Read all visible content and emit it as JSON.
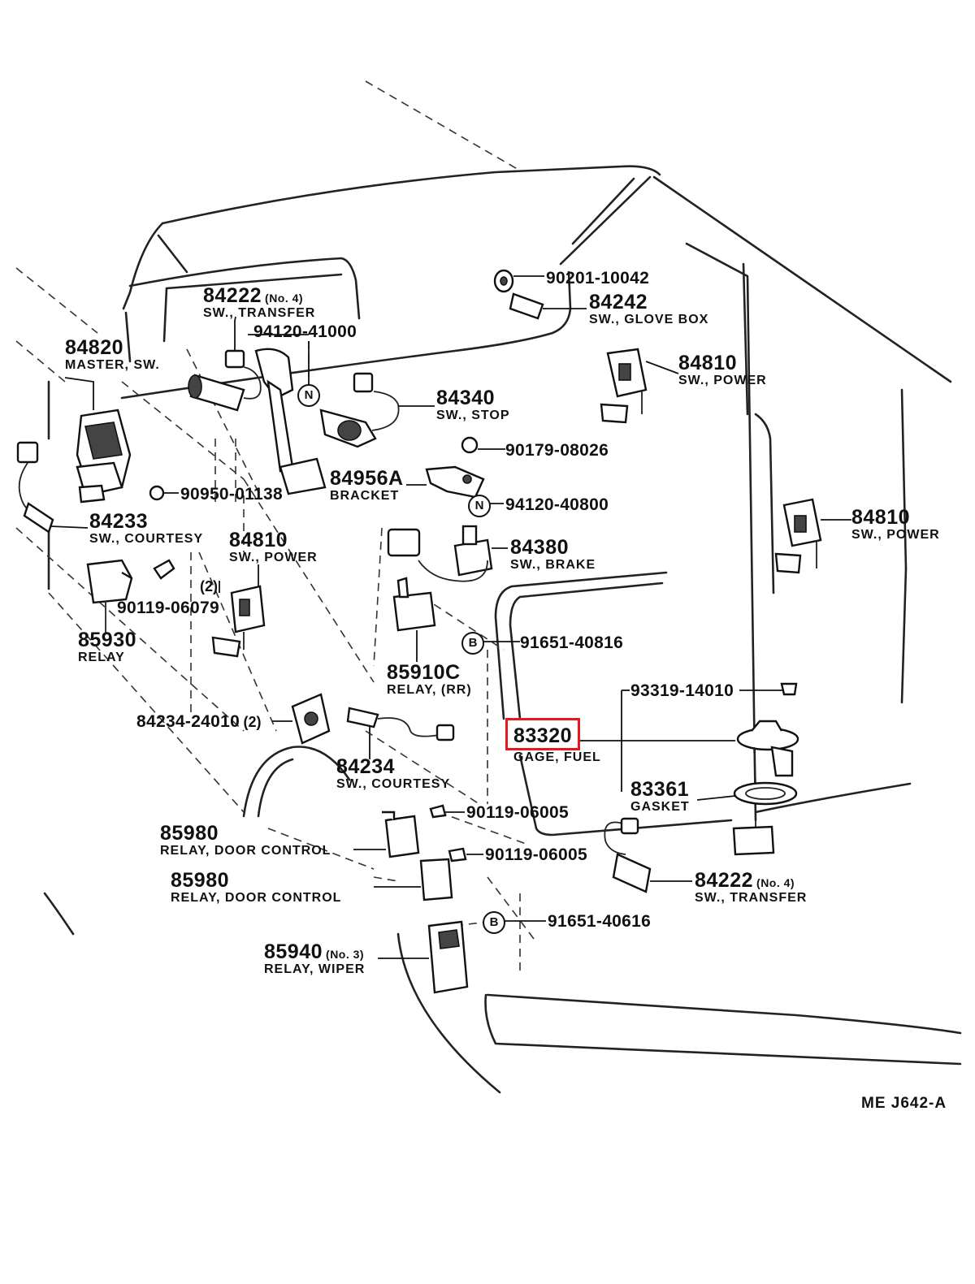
{
  "diagram_code": "ME  J642-A",
  "highlighted_part": "83320",
  "parts": [
    {
      "id": "p84222a",
      "number": "84222",
      "qualifier": "(No. 4)",
      "desc": "SW., TRANSFER"
    },
    {
      "id": "p94120a",
      "number": "94120-41000"
    },
    {
      "id": "p90201",
      "number": "90201-10042"
    },
    {
      "id": "p84242",
      "number": "84242",
      "desc": "SW., GLOVE BOX"
    },
    {
      "id": "p84820",
      "number": "84820",
      "desc": "MASTER, SW."
    },
    {
      "id": "p84810a",
      "number": "84810",
      "desc": "SW., POWER"
    },
    {
      "id": "p84340",
      "number": "84340",
      "desc": "SW., STOP"
    },
    {
      "id": "p90179",
      "number": "90179-08026"
    },
    {
      "id": "p84956a",
      "number": "84956A",
      "desc": "BRACKET"
    },
    {
      "id": "p90950",
      "number": "90950-01138"
    },
    {
      "id": "p94120b",
      "number": "94120-40800"
    },
    {
      "id": "p84233",
      "number": "84233",
      "desc": "SW., COURTESY"
    },
    {
      "id": "p84810b",
      "number": "84810",
      "desc": "SW., POWER"
    },
    {
      "id": "p84810c",
      "number": "84810",
      "desc": "SW., POWER"
    },
    {
      "id": "p84380",
      "number": "84380",
      "desc": "SW., BRAKE"
    },
    {
      "id": "p2a",
      "qty": "(2)"
    },
    {
      "id": "p90119a",
      "number": "90119-06079"
    },
    {
      "id": "p85930",
      "number": "85930",
      "desc": "RELAY"
    },
    {
      "id": "p91651a",
      "number": "91651-40816"
    },
    {
      "id": "p85910c",
      "number": "85910C",
      "desc": "RELAY, (RR)"
    },
    {
      "id": "p93319",
      "number": "93319-14010"
    },
    {
      "id": "p84234a",
      "number": "84234-24010",
      "qty": "(2)"
    },
    {
      "id": "p83320",
      "number": "83320",
      "desc": "GAGE, FUEL"
    },
    {
      "id": "p84234b",
      "number": "84234",
      "desc": "SW., COURTESY"
    },
    {
      "id": "p83361",
      "number": "83361",
      "desc": "GASKET"
    },
    {
      "id": "p90119b",
      "number": "90119-06005"
    },
    {
      "id": "p85980a",
      "number": "85980",
      "desc": "RELAY, DOOR CONTROL"
    },
    {
      "id": "p90119c",
      "number": "90119-06005"
    },
    {
      "id": "p85980b",
      "number": "85980",
      "desc": "RELAY, DOOR CONTROL"
    },
    {
      "id": "p84222b",
      "number": "84222",
      "qualifier": "(No. 4)",
      "desc": "SW., TRANSFER"
    },
    {
      "id": "p91651b",
      "number": "91651-40616"
    },
    {
      "id": "p85940",
      "number": "85940",
      "qualifier": "(No. 3)",
      "desc": "RELAY, WIPER"
    }
  ],
  "markers": {
    "n": "N",
    "b": "B"
  }
}
